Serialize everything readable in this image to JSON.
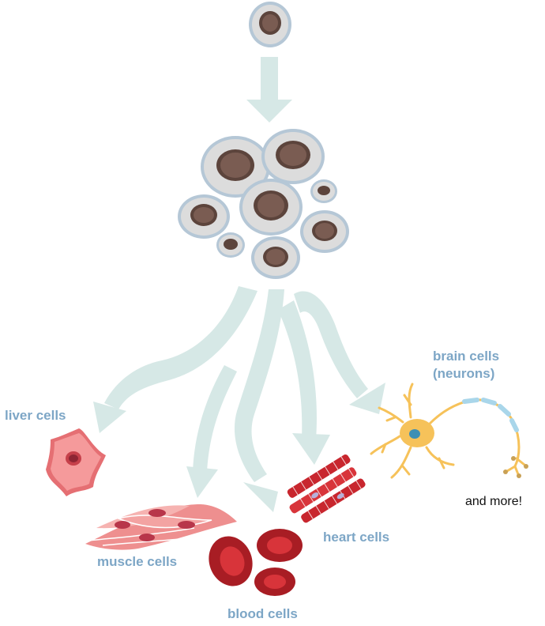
{
  "labels": {
    "liver": "liver cells",
    "brain_line1": "brain cells",
    "brain_line2": "(neurons)",
    "muscle": "muscle cells",
    "heart": "heart cells",
    "blood": "blood cells",
    "more": "and more!"
  },
  "colors": {
    "arrow": "#d6e8e6",
    "label": "#7da6c6",
    "stem_outer": "#b5c7d6",
    "stem_inner": "#dcdcdc",
    "nucleus": "#7a5c52",
    "liver": "#ef8a8c",
    "muscle": "#ee8f8f",
    "blood": "#c6262d",
    "heart": "#d8353b",
    "neuron": "#f6c25a"
  },
  "icons": [
    "stem-cell-icon",
    "stem-cell-cluster-icon",
    "liver-cell-icon",
    "muscle-cell-icon",
    "blood-cell-icon",
    "heart-cell-icon",
    "neuron-icon"
  ]
}
